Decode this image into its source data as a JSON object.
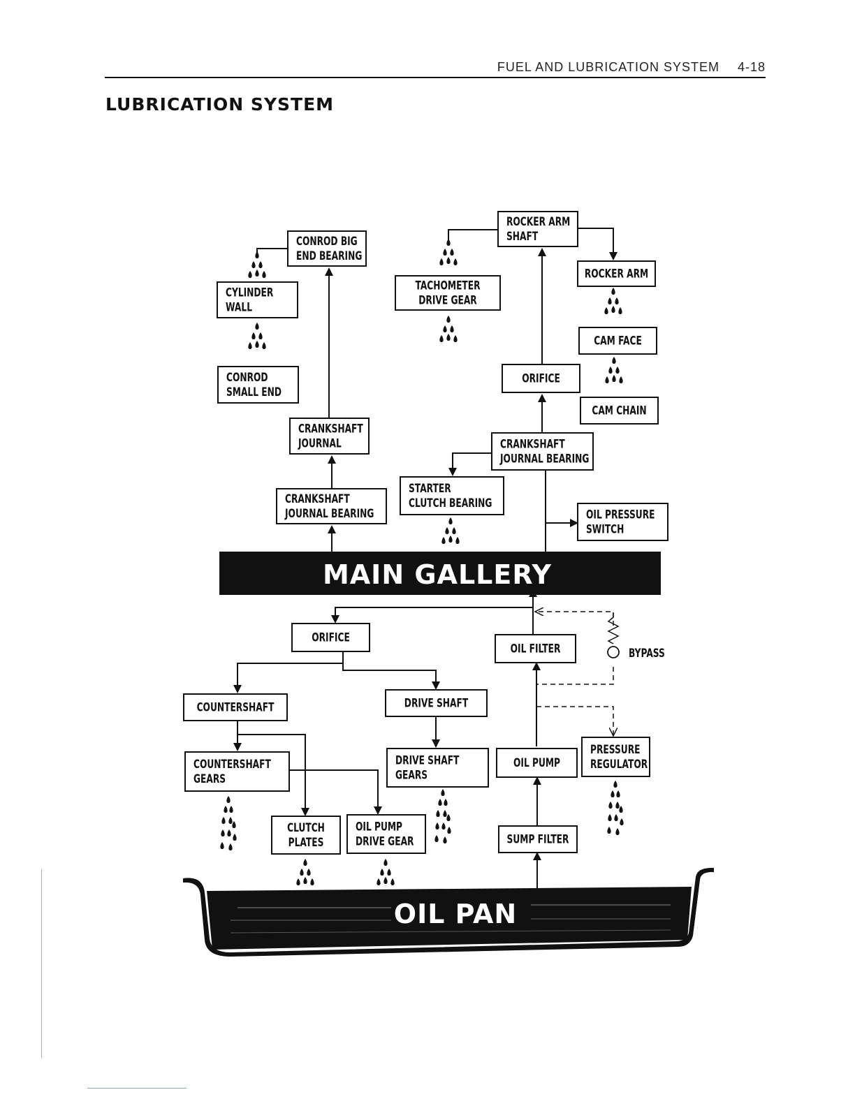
{
  "header": {
    "section": "FUEL AND LUBRICATION SYSTEM",
    "page_number": "4-18"
  },
  "title": "LUBRICATION SYSTEM",
  "banners": {
    "main_gallery": "MAIN GALLERY",
    "oil_pan": "OIL PAN"
  },
  "bypass_label": "BYPASS",
  "nodes": {
    "rocker_arm_shaft": [
      "ROCKER ARM",
      "SHAFT"
    ],
    "conrod_big_end": [
      "CONROD BIG",
      "END BEARING"
    ],
    "rocker_arm": [
      "ROCKER ARM"
    ],
    "cylinder_wall": [
      "CYLINDER",
      "WALL"
    ],
    "tachometer_drive_gear": [
      "TACHOMETER",
      "DRIVE GEAR"
    ],
    "cam_face": [
      "CAM FACE"
    ],
    "conrod_small_end": [
      "CONROD",
      "SMALL END"
    ],
    "orifice_upper": [
      "ORIFICE"
    ],
    "cam_chain": [
      "CAM CHAIN"
    ],
    "crankshaft_journal": [
      "CRANKSHAFT",
      "JOURNAL"
    ],
    "crankshaft_journal_bearing_right": [
      "CRANKSHAFT",
      "JOURNAL BEARING"
    ],
    "crankshaft_journal_bearing_left": [
      "CRANKSHAFT",
      "JOURNAL BEARING"
    ],
    "starter_clutch_bearing": [
      "STARTER",
      "CLUTCH BEARING"
    ],
    "oil_pressure_switch": [
      "OIL PRESSURE",
      "SWITCH"
    ],
    "orifice_lower": [
      "ORIFICE"
    ],
    "oil_filter": [
      "OIL FILTER"
    ],
    "countershaft": [
      "COUNTERSHAFT"
    ],
    "drive_shaft": [
      "DRIVE SHAFT"
    ],
    "countershaft_gears": [
      "COUNTERSHAFT",
      "GEARS"
    ],
    "drive_shaft_gears": [
      "DRIVE SHAFT",
      "GEARS"
    ],
    "oil_pump": [
      "OIL PUMP"
    ],
    "pressure_regulator": [
      "PRESSURE",
      "REGULATOR"
    ],
    "clutch_plates": [
      "CLUTCH",
      "PLATES"
    ],
    "oil_pump_drive_gear": [
      "OIL PUMP",
      "DRIVE GEAR"
    ],
    "sump_filter": [
      "SUMP FILTER"
    ]
  }
}
